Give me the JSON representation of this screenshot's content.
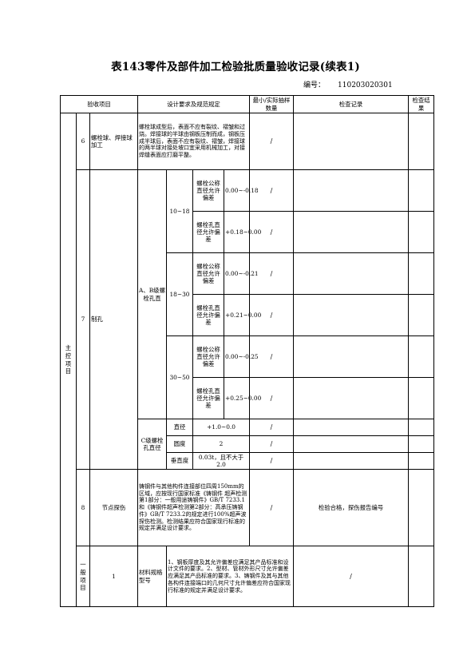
{
  "title": "表143零件及部件加工检验批质量验收记录(续表1)",
  "code_label": "编号：",
  "code_value": "110203020301",
  "header": {
    "item": "验收项目",
    "design_req": "设计要求及规范规定",
    "min_qty": "最小/实际抽样数量",
    "check_record": "检查记录",
    "check_result": "检查结果"
  },
  "main_group": "主控项目",
  "general_group": "一般项目",
  "row6": {
    "no": "6",
    "name": "螺栓球、焊接球加工",
    "req": "螺栓球成型后，表面不应有裂纹、褶皱和过烧。焊接球的半球由钢板压制而成，钢板压成半球后，表面不应有裂纹、褶皱，焊接球的两半球对接处坡口宜采用机械加工，对接焊缝表面应打磨平整。",
    "qty": "/"
  },
  "row7": {
    "no": "7",
    "name": "制孔",
    "ab_label": "A、B级螺栓孔直",
    "ranges": [
      "10~18",
      "18~30",
      "30~50"
    ],
    "sub": [
      {
        "label": "螺栓公称直径允许偏差",
        "value": "0.00~-0.18",
        "qty": "/"
      },
      {
        "label": "螺栓孔直径允许偏差",
        "value": "+0.18~0.00",
        "qty": "/"
      },
      {
        "label": "螺栓公称直径允许偏差",
        "value": "0.00~-0.21",
        "qty": "/"
      },
      {
        "label": "螺栓孔直径允许偏差",
        "value": "+0.21~0.00",
        "qty": "/"
      },
      {
        "label": "螺栓公称直径允许偏差",
        "value": "0.00~-0.25",
        "qty": "/"
      },
      {
        "label": "螺栓孔直径允许偏差",
        "value": "+0.25~0.00",
        "qty": "/"
      }
    ],
    "c_label": "C级螺栓孔直径",
    "c_rows": [
      {
        "label": "直径",
        "value": "+1.0~0.0",
        "qty": "/"
      },
      {
        "label": "圆度",
        "value": "2",
        "qty": "/"
      },
      {
        "label": "垂直度",
        "value": "0.03t，且不大于2.0",
        "qty": "/"
      }
    ]
  },
  "row8": {
    "no": "8",
    "name": "节点探伤",
    "req": "铸钢件与其他构件连接部位四周150mm的区域，应按现行国家标准《铸钢件 超声检测 第1部分：一般用途铸钢件》GB/T 7233.1和《铸钢件超声检测第2部分：高承压铸钢件》GB/T 7233.2的规定进行100%超声波探伤检测。检测结果应符合国家现行标准的规定并满足设计要求。",
    "qty": "/",
    "record": "检验合格，探伤报告编号"
  },
  "row_g1": {
    "no": "1",
    "name": "材料规格型号",
    "req": "1、钢板厚度及其允许偏差应满足其产品标准和设计文件的要求。2、型材、管材外形尺寸允许偏差应满足其产品标准的要求。3、铸钢件及其与其他各构件连接端口的几何尺寸允许偏差应符合国家现行标准的规定并满足设计要求。",
    "qty": "/"
  }
}
